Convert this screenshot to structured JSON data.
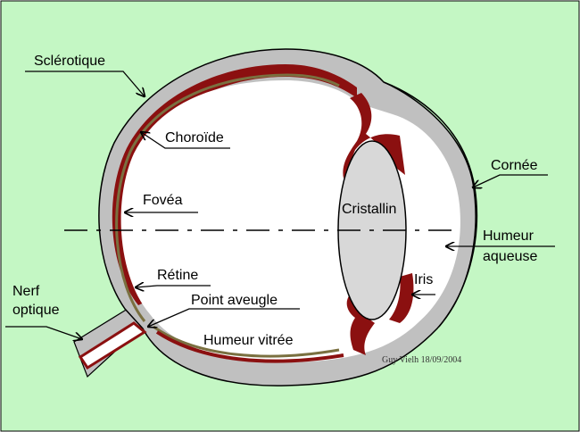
{
  "colors": {
    "background": "#c4f7c4",
    "sclera": "#c0c0c0",
    "choroid": "#8b1010",
    "retina": "#7a7040",
    "lens": "#d8d8d8",
    "interior": "#ffffff",
    "outline": "#000000"
  },
  "labels": {
    "sclerotique": "Sclérotique",
    "choroide": "Choroïde",
    "fovea": "Fovéa",
    "retine": "Rétine",
    "point_aveugle": "Point  aveugle",
    "humeur_vitree": "Humeur  vitrée",
    "cristallin": "Cristallin",
    "iris": "Iris",
    "cornee": "Cornée",
    "humeur_aqueuse_1": "Humeur",
    "humeur_aqueuse_2": "aqueuse",
    "nerf_1": "Nerf",
    "nerf_2": "optique"
  },
  "credit": "Guy Vielh 18/09/2004"
}
